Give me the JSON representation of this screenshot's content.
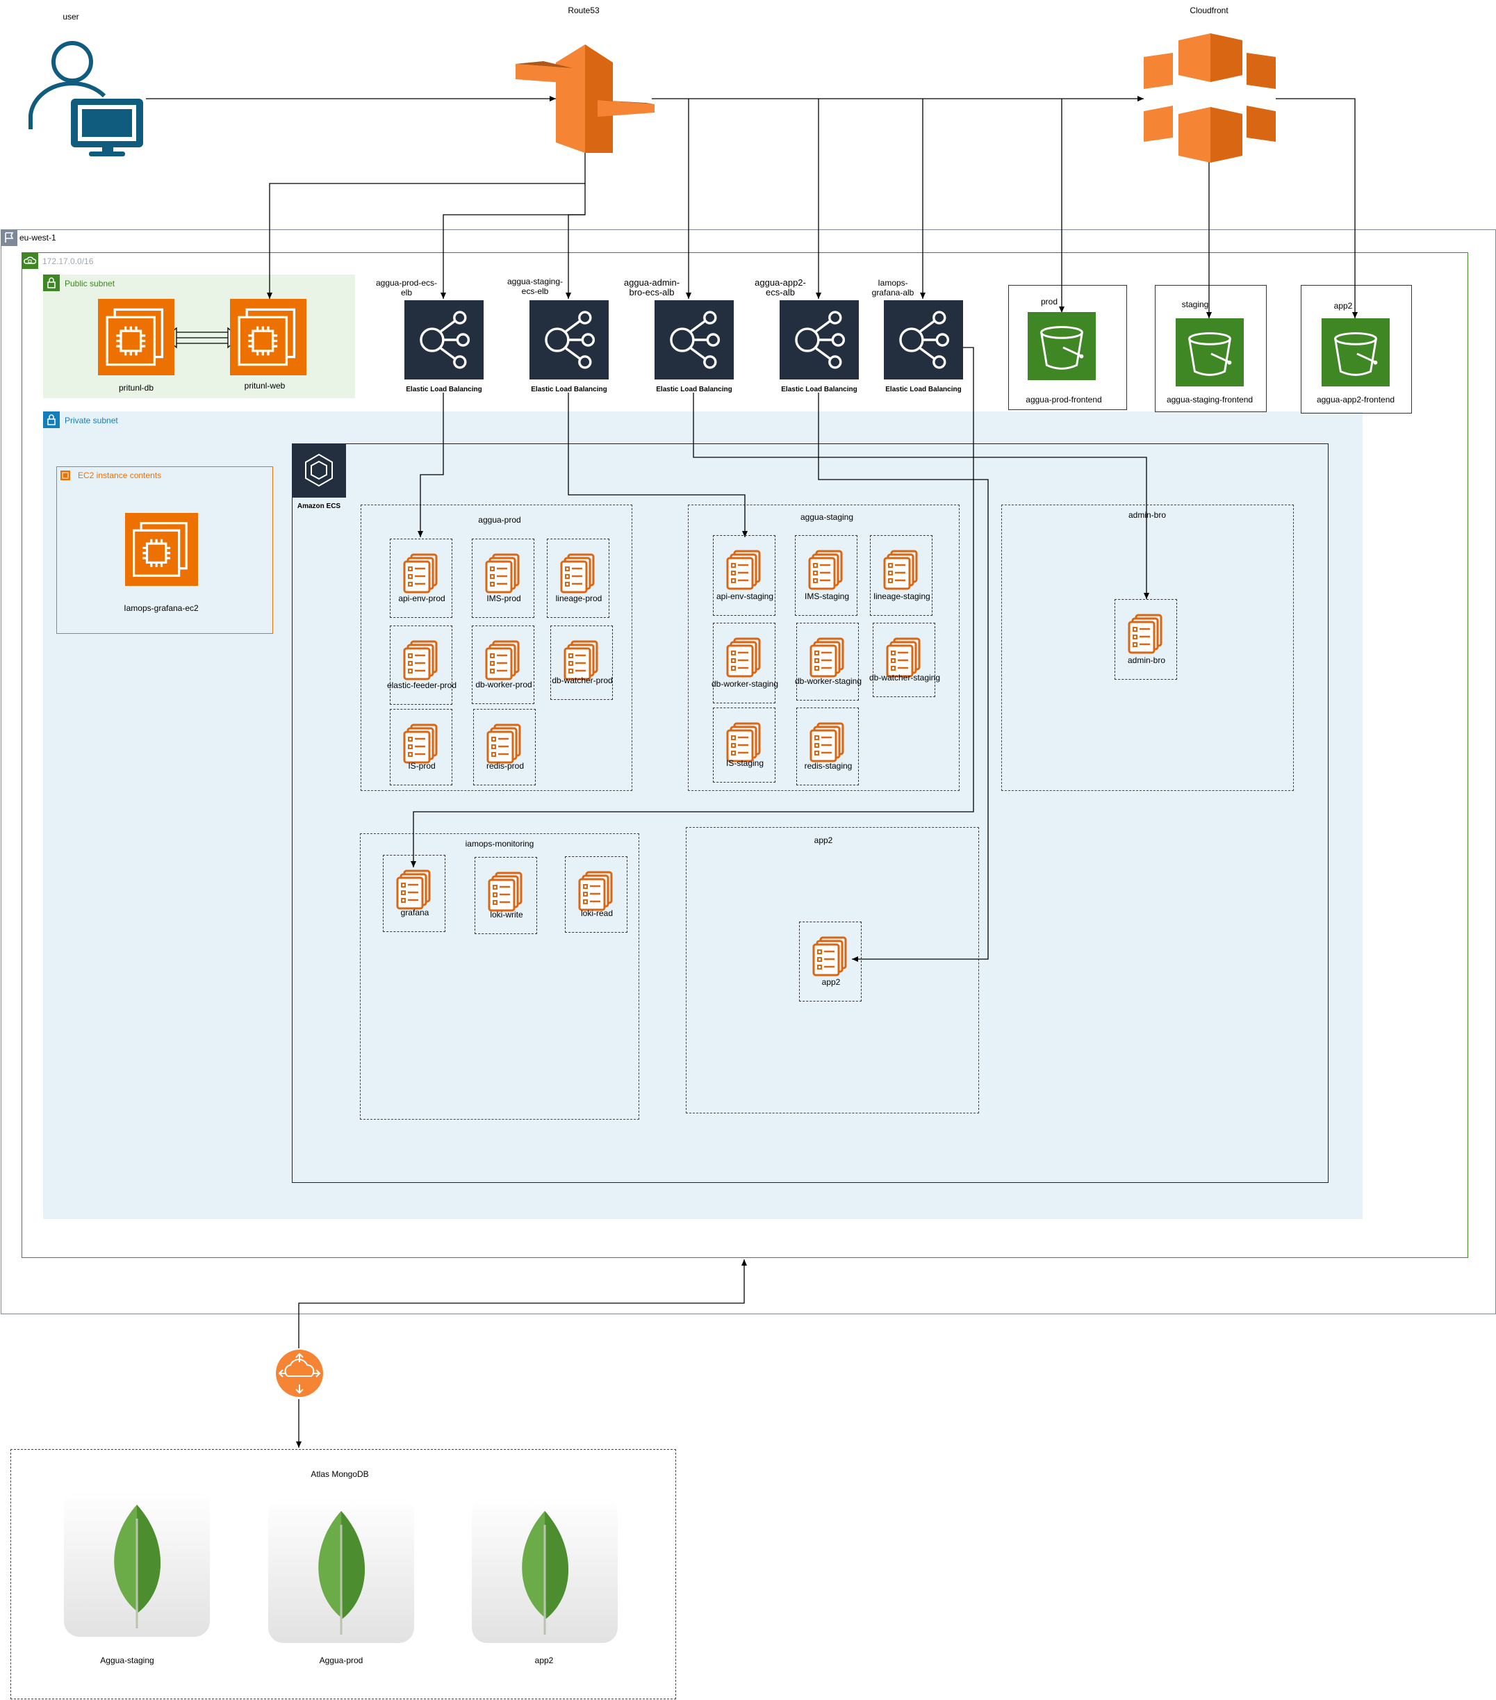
{
  "top": {
    "user": "user",
    "route53": "Route53",
    "cloudfront": "Cloudfront"
  },
  "region": {
    "label": "eu-west-1"
  },
  "vpc": {
    "label": "172.17.0.0/16"
  },
  "public_subnet": {
    "label": "Public subnet",
    "nodes": [
      "pritunl-db",
      "pritunl-web"
    ]
  },
  "private_subnet": {
    "label": "Private subnet"
  },
  "ec2_contents": {
    "label": "EC2 instance contents",
    "node": "Iamops-grafana-ec2"
  },
  "load_balancers": [
    {
      "name": "aggua-prod-ecs-elb",
      "caption": "Elastic Load Balancing"
    },
    {
      "name": "aggua-staging-ecs-elb",
      "caption": "Elastic Load Balancing"
    },
    {
      "name": "aggua-admin-bro-ecs-alb",
      "caption": "Elastic Load Balancing"
    },
    {
      "name": "aggua-app2-ecs-alb",
      "caption": "Elastic Load Balancing"
    },
    {
      "name": "Iamops-grafana-alb",
      "caption": "Elastic Load Balancing"
    }
  ],
  "buckets": [
    {
      "env": "prod",
      "name": "aggua-prod-frontend"
    },
    {
      "env": "staging",
      "name": "aggua-staging-frontend"
    },
    {
      "env": "app2",
      "name": "aggua-app2-frontend"
    }
  ],
  "ecs": {
    "label": "Amazon ECS"
  },
  "clusters": {
    "aggua_prod": {
      "label": "aggua-prod",
      "tasks": [
        "api-env-prod",
        "IMS-prod",
        "lineage-prod",
        "elastic-feeder-prod",
        "db-worker-prod",
        "db-watcher-prod",
        "IS-prod",
        "redis-prod"
      ]
    },
    "aggua_staging": {
      "label": "aggua-staging",
      "tasks": [
        "api-env-staging",
        "IMS-staging",
        "lineage-staging",
        "db-worker-staging",
        "db-worker-staging",
        "db-watcher-staging",
        "IS-staging",
        "redis-staging"
      ]
    },
    "admin_bro": {
      "label": "admin-bro",
      "tasks": [
        "admin-bro"
      ]
    },
    "iamops_monitoring": {
      "label": "iamops-monitoring",
      "tasks": [
        "grafana",
        "loki-write",
        "loki-read"
      ]
    },
    "app2": {
      "label": "app2",
      "tasks": [
        "app2"
      ]
    }
  },
  "atlas": {
    "label": "Atlas MongoDB",
    "dbs": [
      "Aggua-staging",
      "Aggua-prod",
      "app2"
    ]
  },
  "colors": {
    "aws_orange": "#ed7100",
    "elb_navy": "#232f3e",
    "s3_green": "#3f8624",
    "vpc_green": "#3f8624",
    "private_blue": "#e6f2f8",
    "public_green": "#e9f3e6",
    "private_label": "#147eba"
  }
}
